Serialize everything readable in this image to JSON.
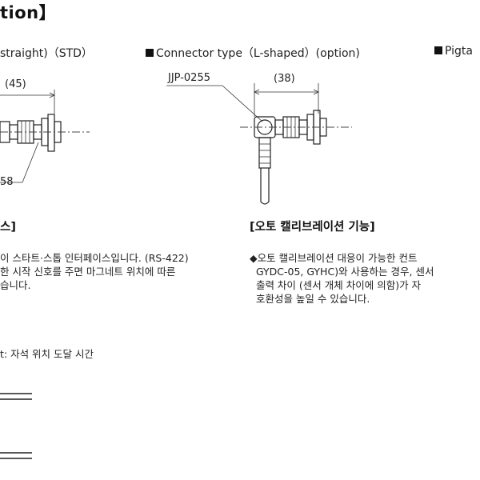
{
  "header": {
    "title": "tion】"
  },
  "captions": {
    "left": "straight)（STD）",
    "middle": "Connector type（L-shaped）(option)",
    "right": "Pigta"
  },
  "diagram_left": {
    "dim_top": "(45)",
    "dim_bottom": "58"
  },
  "diagram_middle": {
    "part_no": "JJP-0255",
    "dim_top": "(38)"
  },
  "left_section": {
    "heading": "스]",
    "paragraph": [
      "이 스타트·스톱 인터페이스입니다. (RS-422)",
      "한 시작 신호를 주면 마그네트 위치에 따른",
      "습니다."
    ],
    "note": "t: 자석 위치 도달 시간"
  },
  "right_section": {
    "heading": "[오토 캘리브레이션 기능]",
    "paragraph": [
      "◆오토 캘리브레이션 대응이 가능한 컨트",
      "  GYDC-05, GYHC)와 사용하는 경우, 센서",
      "  출력 차이 (센서 개체 차이에 의함)가 자",
      "  호환성을 높일 수 있습니다."
    ]
  }
}
